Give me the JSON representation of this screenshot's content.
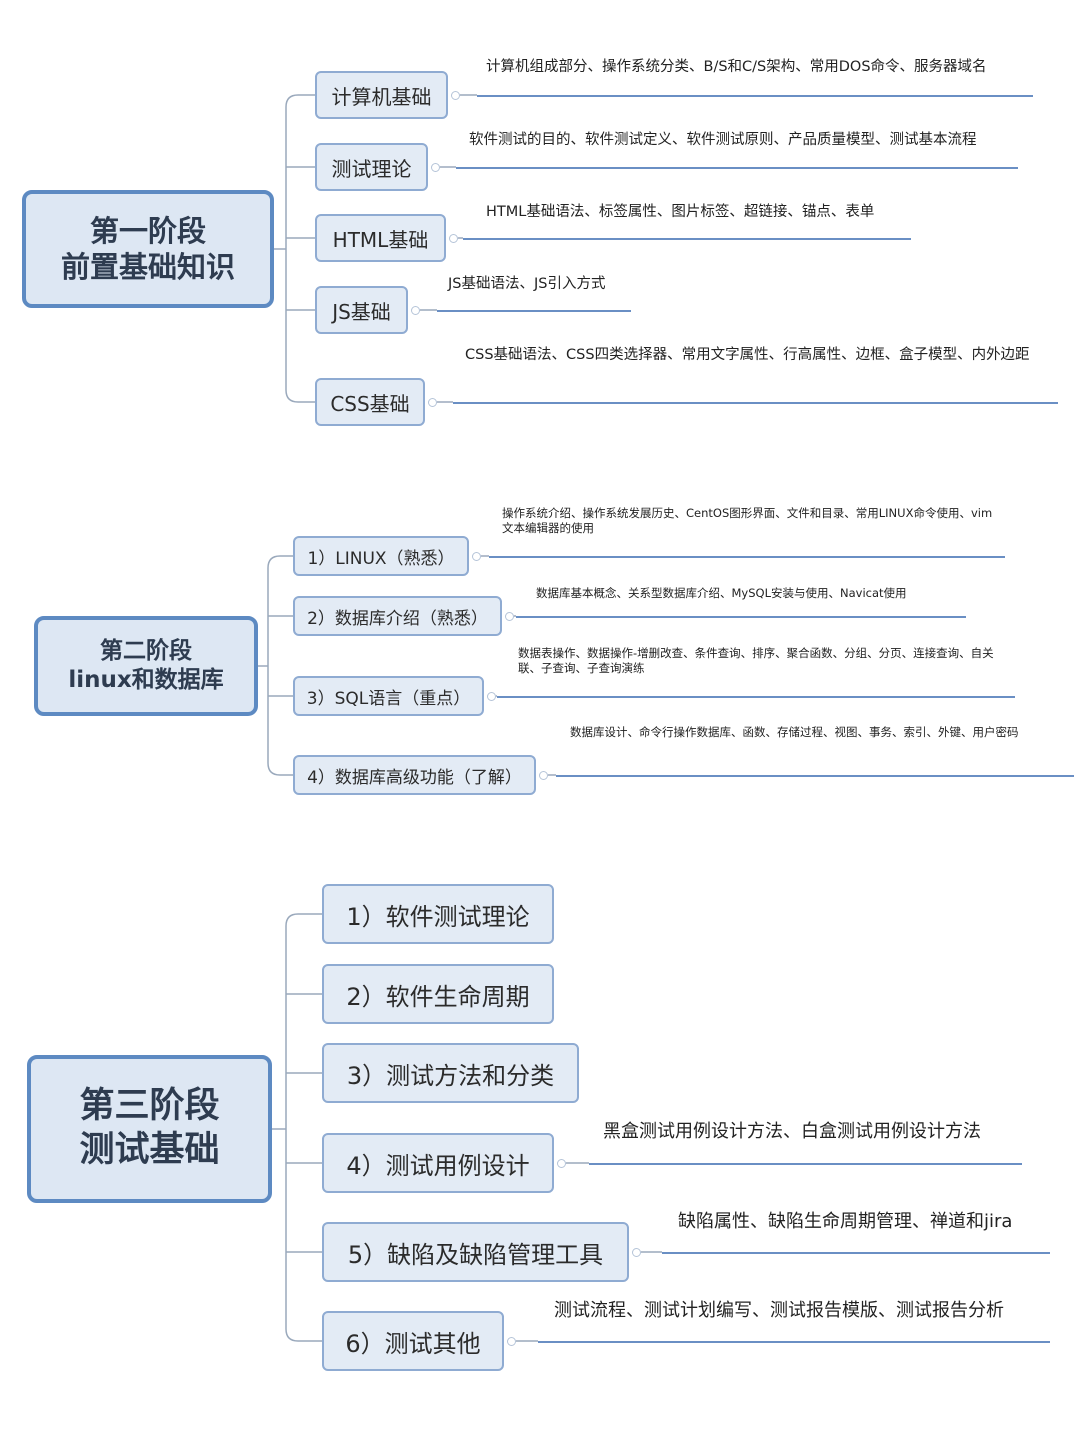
{
  "stages": [
    {
      "title_line1": "第一阶段",
      "title_line2": "前置基础知识",
      "topics": [
        {
          "label": "计算机基础",
          "desc": "计算机组成部分、操作系统分类、B/S和C/S架构、常用DOS命令、服务器域名"
        },
        {
          "label": "测试理论",
          "desc": "软件测试的目的、软件测试定义、软件测试原则、产品质量模型、测试基本流程"
        },
        {
          "label": "HTML基础",
          "desc": "HTML基础语法、标签属性、图片标签、超链接、锚点、表单"
        },
        {
          "label": "JS基础",
          "desc": "JS基础语法、JS引入方式"
        },
        {
          "label": "CSS基础",
          "desc": "CSS基础语法、CSS四类选择器、常用文字属性、行高属性、边框、盒子模型、内外边距"
        }
      ]
    },
    {
      "title_line1": "第二阶段",
      "title_line2": "linux和数据库",
      "topics": [
        {
          "label": "1）LINUX（熟悉）",
          "desc": "操作系统介绍、操作系统发展历史、CentOS图形界面、文件和目录、常用LINUX命令使用、vim文本编辑器的使用"
        },
        {
          "label": "2）数据库介绍（熟悉）",
          "desc": "数据库基本概念、关系型数据库介绍、MySQL安装与使用、Navicat使用"
        },
        {
          "label": "3）SQL语言（重点）",
          "desc": "数据表操作、数据操作-增删改查、条件查询、排序、聚合函数、分组、分页、连接查询、自关联、子查询、子查询演练"
        },
        {
          "label": "4）数据库高级功能（了解）",
          "desc": "数据库设计、命令行操作数据库、函数、存储过程、视图、事务、索引、外键、用户密码"
        }
      ]
    },
    {
      "title_line1": "第三阶段",
      "title_line2": "测试基础",
      "topics": [
        {
          "label": "1）软件测试理论",
          "desc": ""
        },
        {
          "label": "2）软件生命周期",
          "desc": ""
        },
        {
          "label": "3）测试方法和分类",
          "desc": ""
        },
        {
          "label": "4）测试用例设计",
          "desc": "黑盒测试用例设计方法、白盒测试用例设计方法"
        },
        {
          "label": "5）缺陷及缺陷管理工具",
          "desc": "缺陷属性、缺陷生命周期管理、禅道和jira"
        },
        {
          "label": "6）测试其他",
          "desc": "测试流程、测试计划编写、测试报告模版、测试报告分析"
        }
      ]
    }
  ],
  "colors": {
    "root_border": "#5d8ac2",
    "root_fill": "#dde7f3",
    "node_border": "#8fabd2",
    "node_fill": "#e3ebf5",
    "underline": "#6a8fc4",
    "connector": "#9aa9bc"
  }
}
